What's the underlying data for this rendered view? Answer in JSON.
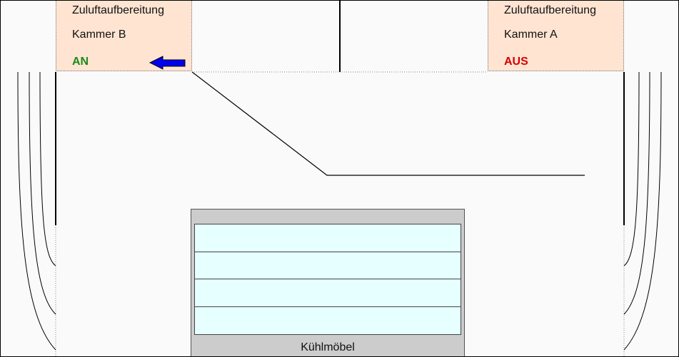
{
  "colors": {
    "background": "#fafafa",
    "chamber_fill": "#ffe4d2",
    "status_on": "#1a8a1a",
    "status_off": "#d40000",
    "arrow": "#0000ee",
    "cabinet_body": "#cccccc",
    "shelf_fill": "#e6ffff"
  },
  "chamber_b": {
    "title": "Zuluftaufbereitung",
    "name": "Kammer B",
    "status": "AN",
    "airflow_arrow_icon": "arrow-left-icon"
  },
  "chamber_a": {
    "title": "Zuluftaufbereitung",
    "name": "Kammer A",
    "status": "AUS"
  },
  "cabinet": {
    "label": "Kühlmöbel",
    "shelf_count": 4
  }
}
